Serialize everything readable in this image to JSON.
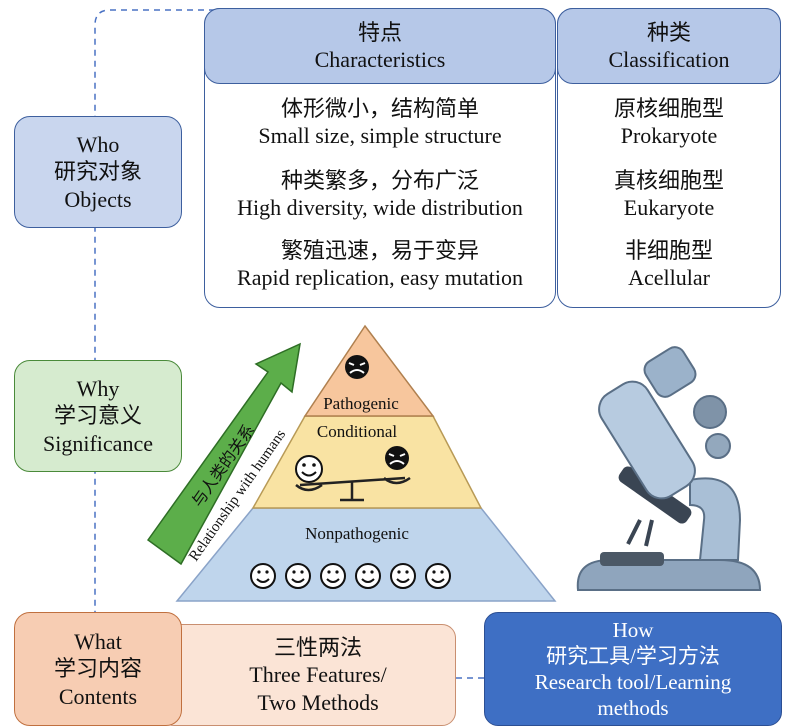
{
  "who": {
    "l1": "Who",
    "l2": "研究对象",
    "l3": "Objects"
  },
  "why": {
    "l1": "Why",
    "l2": "学习意义",
    "l3": "Significance"
  },
  "what": {
    "l1": "What",
    "l2": "学习内容",
    "l3": "Contents"
  },
  "how": {
    "l1": "How",
    "l2": "研究工具/学习方法",
    "l3": "Research tool/Learning",
    "l4": "methods"
  },
  "three_features": {
    "l1": "三性两法",
    "l2": "Three Features/",
    "l3": "Two Methods"
  },
  "characteristics": {
    "header_cn": "特点",
    "header_en": "Characteristics",
    "items": [
      {
        "cn": "体形微小，结构简单",
        "en": "Small size, simple structure"
      },
      {
        "cn": "种类繁多，分布广泛",
        "en": "High diversity, wide distribution"
      },
      {
        "cn": "繁殖迅速，易于变异",
        "en": "Rapid replication, easy mutation"
      }
    ]
  },
  "classification": {
    "header_cn": "种类",
    "header_en": "Classification",
    "items": [
      {
        "cn": "原核细胞型",
        "en": "Prokaryote"
      },
      {
        "cn": "真核细胞型",
        "en": "Eukaryote"
      },
      {
        "cn": "非细胞型",
        "en": "Acellular"
      }
    ]
  },
  "pyramid": {
    "top": "Pathogenic",
    "middle": "Conditional",
    "bottom": "Nonpathogenic"
  },
  "arrow": {
    "cn": "与人类的关系",
    "en": "Relationship with humans"
  },
  "colors": {
    "blue_box": "#c9d6ee",
    "green_box": "#d6ebcf",
    "orange_box": "#f7cdb3",
    "how_box": "#3e6fc4",
    "pyr_top": "#f7c69d",
    "pyr_mid": "#f9e3a3",
    "pyr_bottom": "#bfd5ec"
  },
  "icons": [
    "angry-face-icon",
    "smiley-face-icon",
    "balance-scale-icon",
    "microscope-icon"
  ]
}
